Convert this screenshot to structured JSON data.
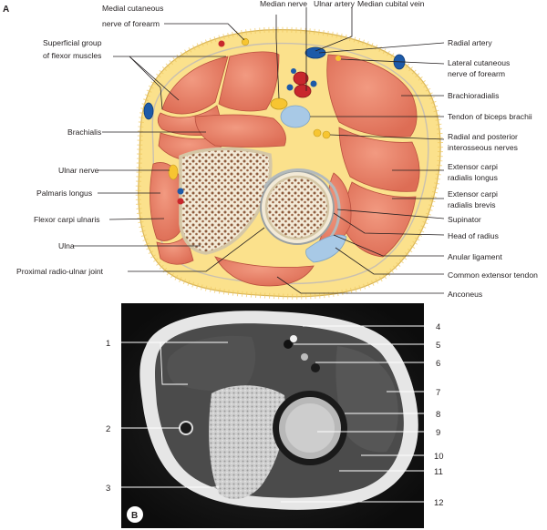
{
  "panel_a": {
    "letter": "A",
    "labels_top": {
      "medial_cutaneous_1": "Medial cutaneous",
      "medial_cutaneous_2": "nerve of forearm",
      "median_nerve": "Median nerve",
      "ulnar_artery": "Ulnar artery",
      "median_cubital_vein": "Median cubital vein"
    },
    "labels_left": {
      "superficial_1": "Superficial group",
      "superficial_2": "of flexor muscles",
      "brachialis": "Brachialis",
      "ulnar_nerve": "Ulnar nerve",
      "palmaris_longus": "Palmaris longus",
      "flexor_carpi_ulnaris": "Flexor carpi ulnaris",
      "ulna": "Ulna",
      "proximal_radio_ulnar_joint": "Proximal radio-ulnar joint"
    },
    "labels_right": {
      "radial_artery": "Radial artery",
      "lateral_cutaneous_1": "Lateral cutaneous",
      "lateral_cutaneous_2": "nerve of forearm",
      "brachioradialis": "Brachioradialis",
      "tendon_biceps": "Tendon of biceps brachii",
      "radial_posterior_1": "Radial and posterior",
      "radial_posterior_2": "interosseous nerves",
      "ecrl_1": "Extensor carpi",
      "ecrl_2": "radialis longus",
      "ecrb_1": "Extensor carpi",
      "ecrb_2": "radialis brevis",
      "supinator": "Supinator",
      "head_of_radius": "Head of radius",
      "anular_ligament": "Anular ligament",
      "common_extensor_tendon": "Common extensor tendon",
      "anconeus": "Anconeus"
    }
  },
  "panel_b": {
    "letter": "B",
    "numbers": [
      "1",
      "2",
      "3",
      "4",
      "5",
      "6",
      "7",
      "8",
      "9",
      "10",
      "11",
      "12"
    ]
  },
  "colors": {
    "fat": "#fbe18c",
    "muscle": "#e57b63",
    "bone": "#f3ead7",
    "artery": "#c8272d",
    "vein": "#1d5aa8",
    "nerve": "#f7c531",
    "tendon": "#a8c9e6"
  }
}
